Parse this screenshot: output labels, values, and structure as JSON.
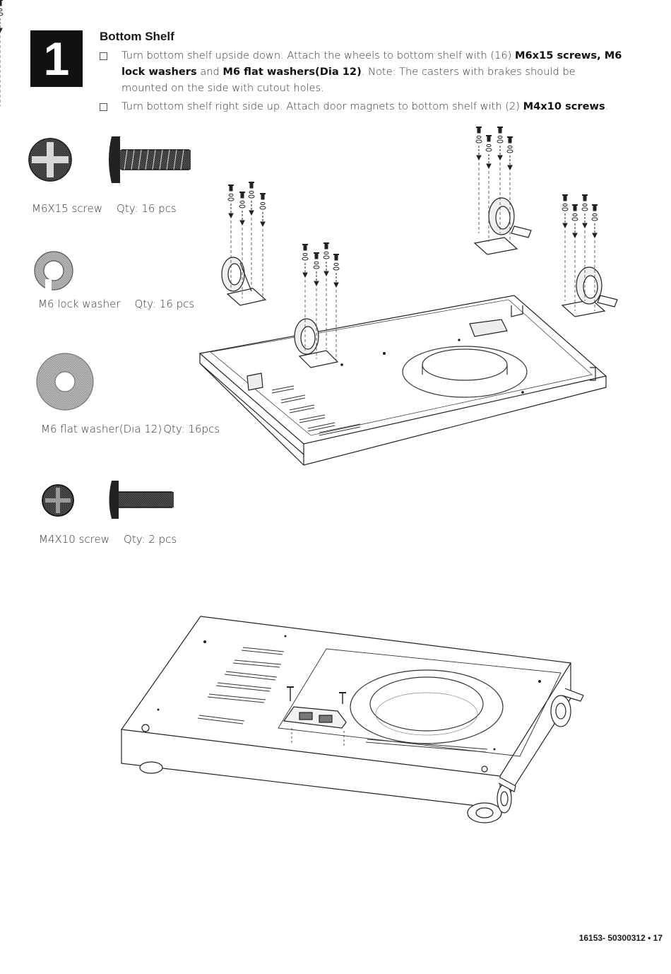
{
  "step": {
    "number": "1",
    "title": "Bottom Shelf"
  },
  "instructions": [
    {
      "parts": [
        {
          "t": "Turn bottom shelf upside down. Attach the wheels to bottom shelf with (16) ",
          "b": false
        },
        {
          "t": "M6x15 screws, M6 lock washers",
          "b": true
        },
        {
          "t": " and ",
          "b": false
        },
        {
          "t": "M6 flat washers(Dia 12)",
          "b": true
        },
        {
          "t": ". Note: The casters with brakes should be mounted on the side with cutout holes.",
          "b": false
        }
      ]
    },
    {
      "parts": [
        {
          "t": "Turn bottom shelf right side up. Attach door magnets to bottom shelf with (2) ",
          "b": false
        },
        {
          "t": "M4x10 screws",
          "b": true
        },
        {
          "t": ".",
          "b": false
        }
      ]
    }
  ],
  "parts_list": [
    {
      "name": "M6X15 screw",
      "qty": "Qty: 16 pcs"
    },
    {
      "name": "M6 lock washer",
      "qty": "Qty: 16 pcs"
    },
    {
      "name": "M6 flat washer(Dia 12)",
      "qty": "Qty: 16pcs"
    },
    {
      "name": "M4X10 screw",
      "qty": "Qty: 2 pcs"
    }
  ],
  "footer": "16153- 50300312 • 17"
}
